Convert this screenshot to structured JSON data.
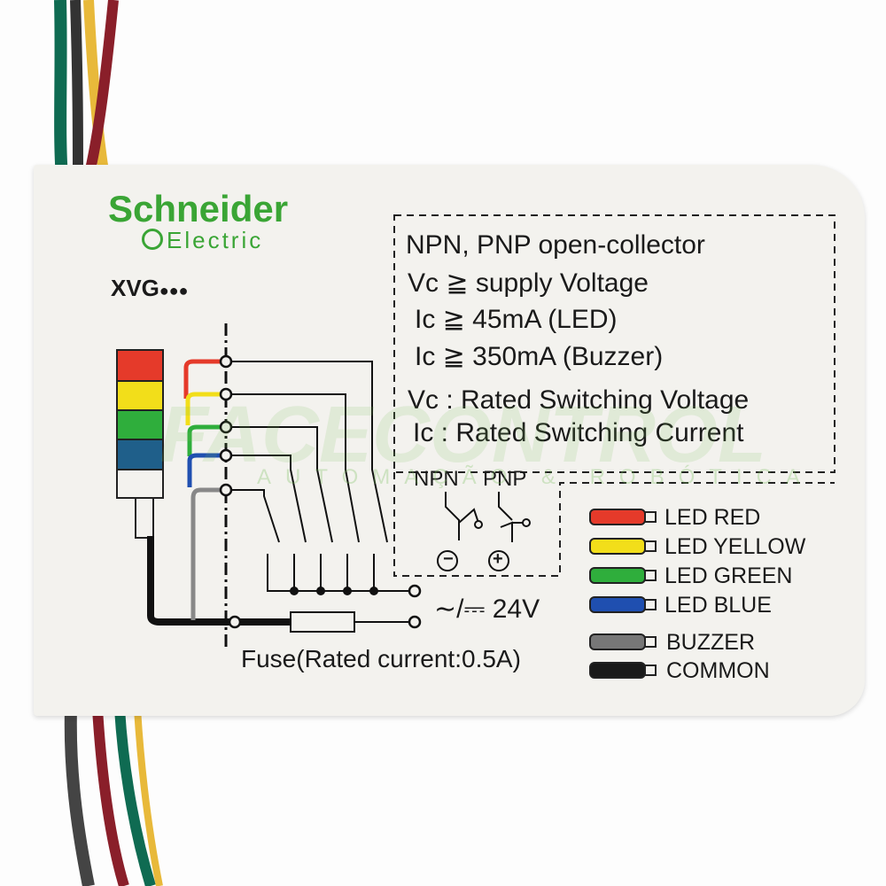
{
  "brand": {
    "name": "Schneider",
    "sub": "Electric",
    "color": "#3aa535"
  },
  "model": "XVG",
  "model_dots": "●●●",
  "specs": {
    "type": "NPN, PNP open-collector",
    "line1": "Vc ≧ supply Voltage",
    "line2": "Ic ≧ 45mA (LED)",
    "line3": "Ic ≧ 350mA (Buzzer)",
    "def1": "Vc : Rated Switching Voltage",
    "def2": "Ic : Rated Switching Current"
  },
  "transistors": {
    "npn": "NPN",
    "pnp": "PNP",
    "npn_symbol": "−",
    "pnp_symbol": "+"
  },
  "supply": "∼/⎓ 24V",
  "fuse": "Fuse(Rated current:0.5A)",
  "legend": [
    {
      "label": "LED RED",
      "color": "#e53a2a"
    },
    {
      "label": "LED YELLOW",
      "color": "#f2de1a"
    },
    {
      "label": "LED GREEN",
      "color": "#2fae3c"
    },
    {
      "label": "LED BLUE",
      "color": "#1f4fb0"
    },
    {
      "label": "BUZZER",
      "color": "#777777"
    },
    {
      "label": "COMMON",
      "color": "#1a1a1a"
    }
  ],
  "watermark": {
    "main": "FACECONTROL",
    "sub": "AUTOMAÇÃO & ROBÓTICA"
  }
}
